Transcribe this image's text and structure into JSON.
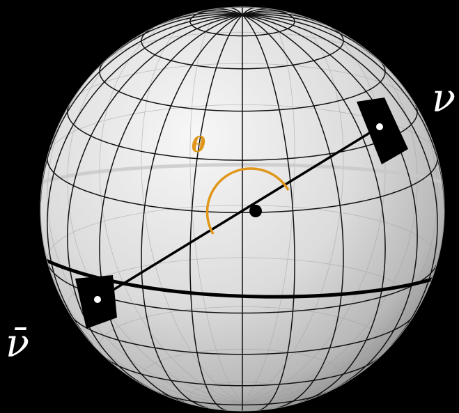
{
  "labels": {
    "neutrino": "ν",
    "antineutrino": "ν̄",
    "angle": "θ"
  },
  "colors": {
    "background": "#000000",
    "sphere_light": "#f4f4f4",
    "sphere_mid": "#d2d2d2",
    "sphere_dark": "#8c8c8c",
    "grid_line": "#111111",
    "angle_arc": "#e0961a",
    "axis_line": "#000000",
    "point": "#ffffff"
  },
  "icons": {
    "sphere": "sphere-icon",
    "center": "center-dot-icon"
  }
}
